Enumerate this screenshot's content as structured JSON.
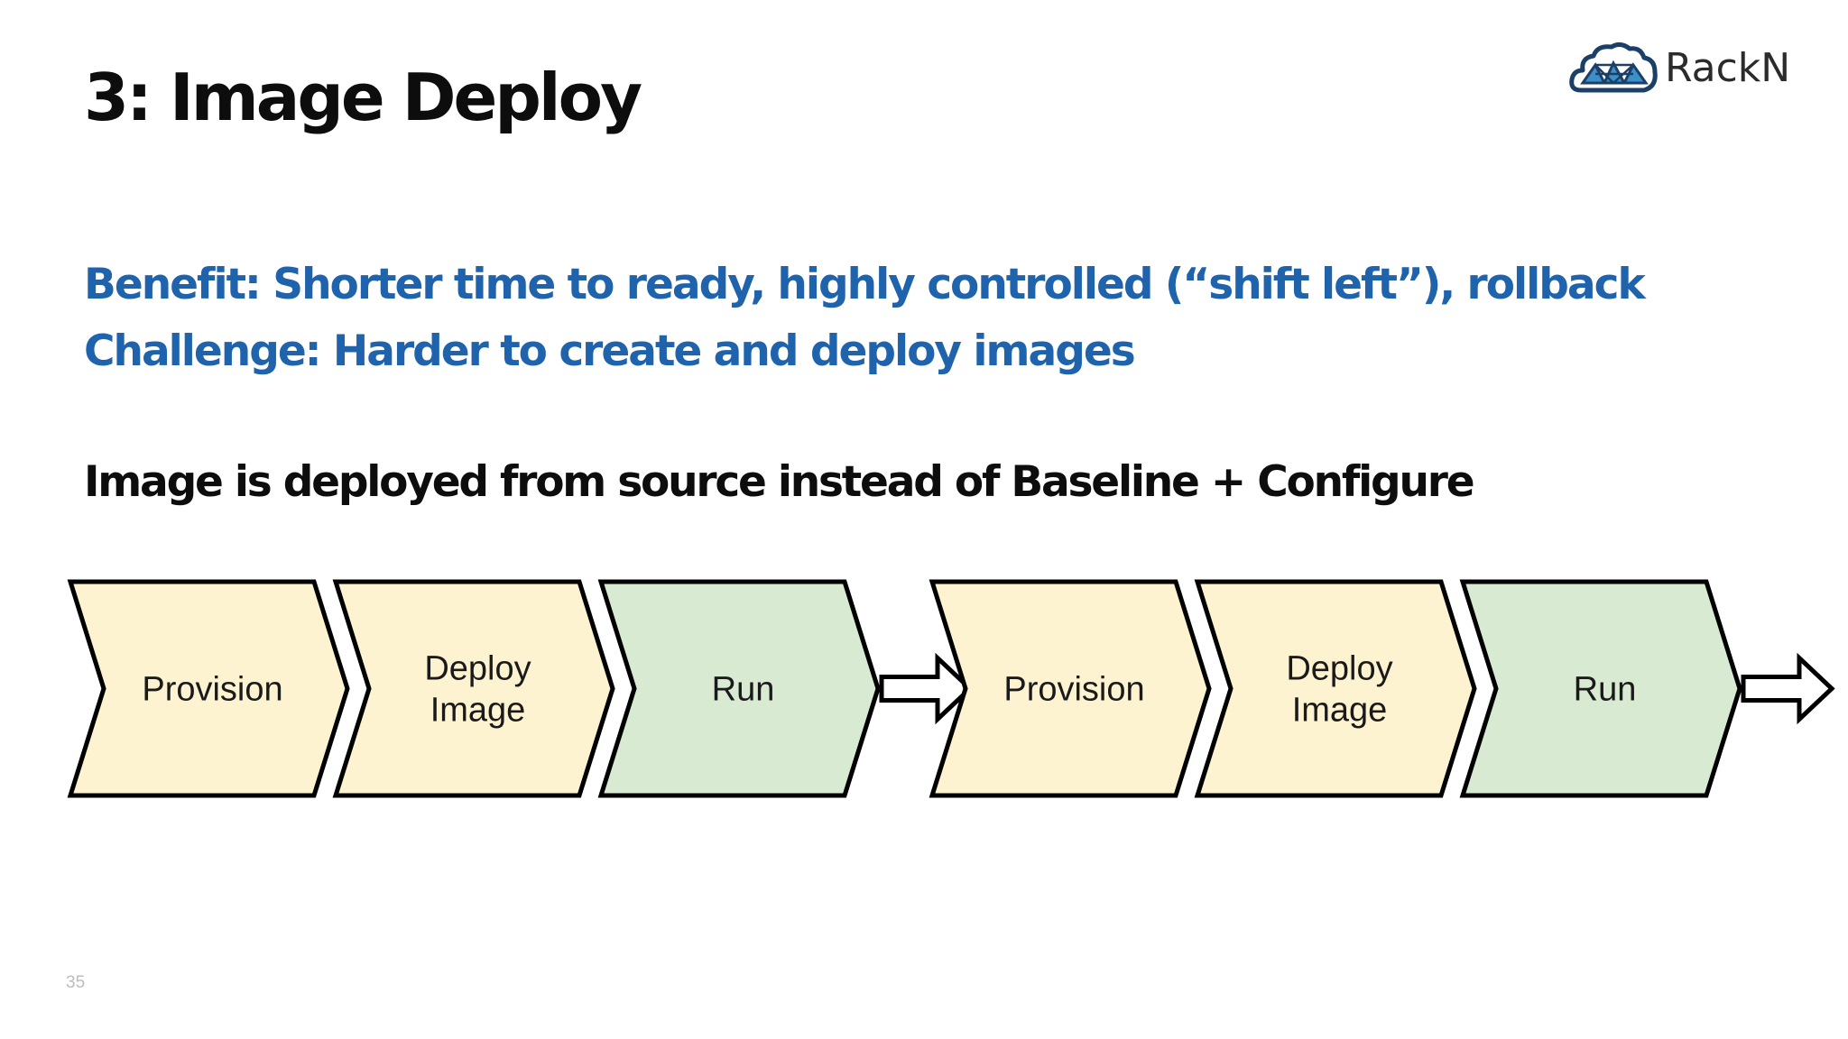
{
  "slide": {
    "title": "3: Image Deploy",
    "benefit": "Benefit: Shorter time to ready, highly controlled (“shift left”), rollback",
    "challenge": "Challenge: Harder to create and deploy images",
    "subheading": "Image is deployed from source instead of Baseline + Configure",
    "page_number": "35"
  },
  "logo": {
    "text": "RackN",
    "icon": "cloud-network-icon"
  },
  "flow": {
    "groups": [
      {
        "steps": [
          {
            "label_lines": [
              "Provision"
            ],
            "color": "#fdf3d0"
          },
          {
            "label_lines": [
              "Deploy",
              "Image"
            ],
            "color": "#fdf3d0"
          },
          {
            "label_lines": [
              "Run"
            ],
            "color": "#d9ead3"
          }
        ]
      },
      {
        "steps": [
          {
            "label_lines": [
              "Provision"
            ],
            "color": "#fdf3d0"
          },
          {
            "label_lines": [
              "Deploy",
              "Image"
            ],
            "color": "#fdf3d0"
          },
          {
            "label_lines": [
              "Run"
            ],
            "color": "#d9ead3"
          }
        ]
      }
    ],
    "arrow_icon": "right-arrow-icon"
  },
  "colors": {
    "accent_blue": "#1f63ad",
    "title_black": "#0d0d0d",
    "stage_yellow": "#fdf3d0",
    "stage_green": "#d9ead3",
    "outline": "#000000"
  }
}
